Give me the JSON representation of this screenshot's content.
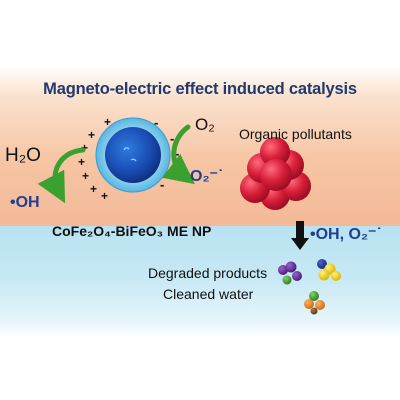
{
  "title": "Magneto-electric effect induced catalysis",
  "labels": {
    "water": "H₂O",
    "oxygen": "O₂",
    "hydroxyl_radical": "•OH",
    "superoxide": "O₂⁻˙",
    "organic_pollutants": "Organic pollutants",
    "radicals_combined": "•OH, O₂⁻˙",
    "nanoparticle": "CoFe₂O₄-BiFeO₃ ME NP",
    "degraded_products": "Degraded products",
    "cleaned_water": "Cleaned water"
  },
  "colors": {
    "arrow_green": "#3aa02f",
    "particle_blue": "#1b5fbf",
    "pollutant_red": "#d81f3a",
    "text_blue": "#1f3f93"
  }
}
